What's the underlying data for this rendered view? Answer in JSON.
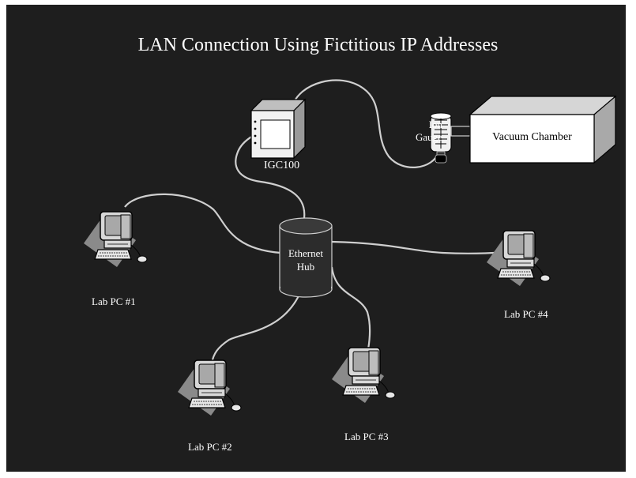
{
  "title": "LAN Connection Using Fictitious IP Addresses",
  "devices": {
    "igc": {
      "label": "IGC100"
    },
    "ion_gauge": {
      "label_line1": "Ion",
      "label_line2": "Gauge"
    },
    "chamber": {
      "label": "Vacuum Chamber"
    },
    "hub": {
      "label_line1": "Ethernet",
      "label_line2": "Hub"
    },
    "pc1": {
      "label": "Lab PC #1"
    },
    "pc2": {
      "label": "Lab PC #2"
    },
    "pc3": {
      "label": "Lab PC #3"
    },
    "pc4": {
      "label": "Lab PC #4"
    }
  },
  "colors": {
    "background": "#1e1e1e",
    "cable": "#cfcfcf",
    "text": "#ffffff"
  }
}
